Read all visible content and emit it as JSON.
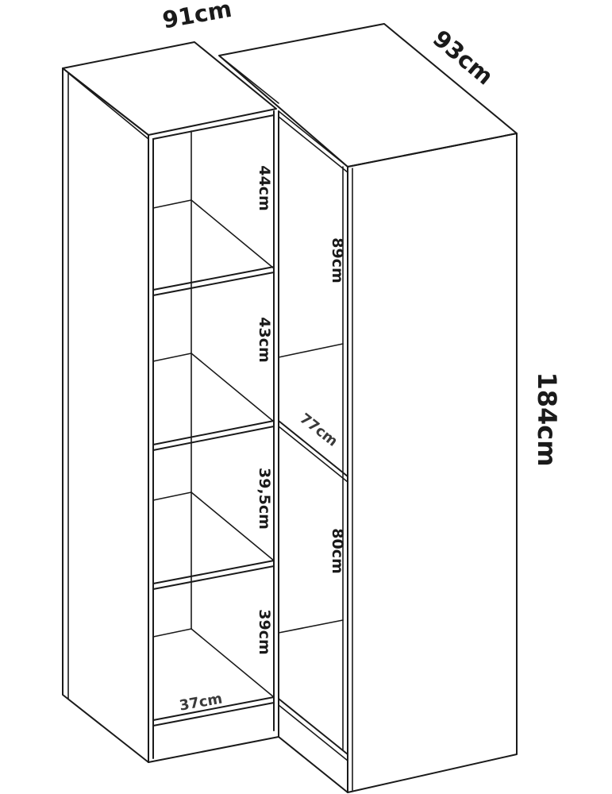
{
  "dimensions": {
    "width_left": "91cm",
    "width_right": "93cm",
    "height_total": "184cm",
    "shelf_1_height": "44cm",
    "shelf_2_height": "43cm",
    "shelf_3_height": "39,5cm",
    "shelf_4_height": "39cm",
    "shelf_depth": "37cm",
    "corner_upper_height": "89cm",
    "corner_lower_height": "80cm",
    "corner_diagonal": "77cm"
  }
}
